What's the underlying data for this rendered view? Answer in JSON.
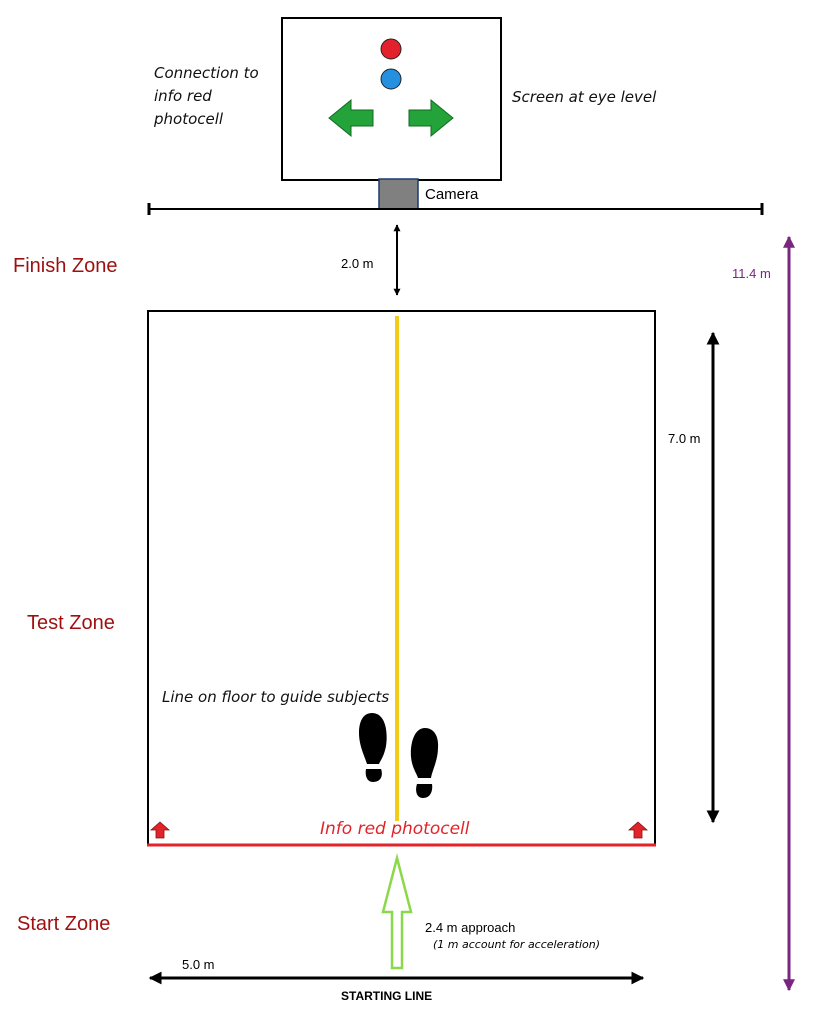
{
  "labels": {
    "connection": [
      "Connection to",
      "info red",
      "photocell"
    ],
    "screen": "Screen at eye level",
    "camera": "Camera",
    "finish_zone": "Finish Zone",
    "test_zone": "Test Zone",
    "start_zone": "Start Zone",
    "guide_line": "Line on floor to guide subjects",
    "photocell": "Info red photocell",
    "approach": "2.4 m approach",
    "approach_note": "(1 m account for acceleration)",
    "starting_line": "STARTING LINE"
  },
  "dimensions": {
    "finish_gap": "2.0 m",
    "total_length": "11.4 m",
    "test_length": "7.0 m",
    "width": "5.0 m"
  },
  "icons": {
    "signal_top": "red-circle-icon",
    "signal_bottom": "blue-circle-icon",
    "arrow_left": "green-left-arrow-icon",
    "arrow_right": "green-right-arrow-icon",
    "feet": "footprints-icon",
    "photocell_markers": "red-up-arrow-icon",
    "approach_arrow": "light-green-up-arrow-icon"
  },
  "colors": {
    "zone_label": "#9e1010",
    "photocell_line": "#e1242a",
    "guide_line": "#f2cc1a",
    "total_length_arrow": "#7a2580",
    "direction_arrows": "#23a33a",
    "signal_red": "#e3212c",
    "signal_blue": "#2590df",
    "approach_arrow": "#8ad94a",
    "camera": "#808080"
  }
}
